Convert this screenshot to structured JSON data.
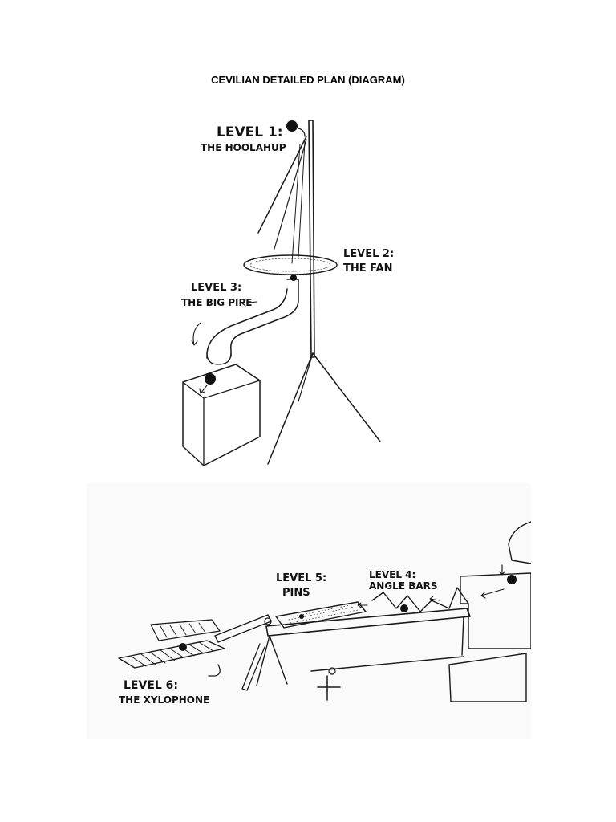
{
  "title": "CEVILIAN DETAILED PLAN (DIAGRAM)",
  "labels": {
    "level1_title": "LEVEL 1:",
    "level1_name": "THE HOOLAHUP",
    "level2_title": "LEVEL 2:",
    "level2_name": "THE FAN",
    "level3_title": "LEVEL 3:",
    "level3_name": "THE BIG PIPE",
    "level4_title": "LEVEL 4:",
    "level4_name": "ANGLE BARS",
    "level5_title": "LEVEL 5:",
    "level5_name": "PINS",
    "level6_title": "LEVEL 6:",
    "level6_name": "THE XYLOPHONE"
  }
}
